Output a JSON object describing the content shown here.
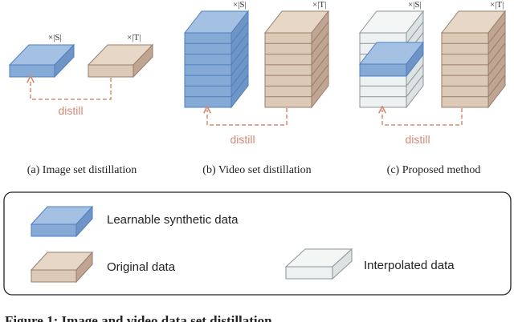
{
  "panels": {
    "a": {
      "caption": "(a) Image set distillation",
      "synthetic_label": "×|S|",
      "original_label": "×|T|",
      "arrow_label": "distill"
    },
    "b": {
      "caption": "(b) Video set distillation",
      "synthetic_label": "×|S|",
      "original_label": "×|T|",
      "arrow_label": "distill"
    },
    "c": {
      "caption": "(c) Proposed method",
      "synthetic_label": "×|S|",
      "original_label": "×|T|",
      "arrow_label": "distill"
    }
  },
  "legend": {
    "synthetic": "Learnable synthetic data",
    "original": "Original data",
    "interpolated": "Interpolated data"
  },
  "figure_caption": "Figure 1: Image and video data set distillation",
  "colors": {
    "synthetic_fill": "#86aad6",
    "synthetic_stroke": "#4f7fbf",
    "original_fill": "#dccab7",
    "original_stroke": "#9a7c6b",
    "interpolated_fill": "#eef1f1",
    "interpolated_stroke": "#8a9496",
    "distill_arrow": "#d38a74"
  }
}
